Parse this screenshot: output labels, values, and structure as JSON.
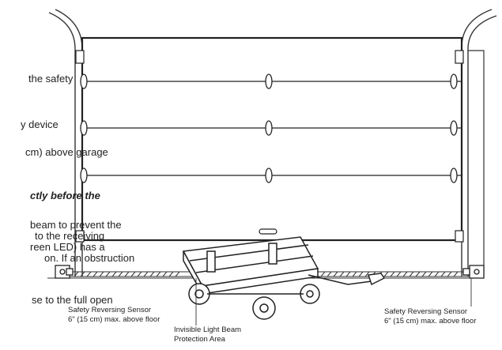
{
  "instructions": {
    "lines": [
      "the safety",
      "y device",
      "cm) above garage",
      "ctly before the",
      "beam to prevent the",
      "to the receiving",
      "reen LED) has a",
      "on. If an obstruction",
      "se to the full open"
    ]
  },
  "labels": {
    "sensor_left_title": "Safety Reversing Sensor",
    "sensor_left_note": "6\" (15 cm) max. above floor",
    "sensor_right_title": "Safety Reversing Sensor",
    "sensor_right_note": "6\" (15 cm) max. above floor",
    "beam_area_line1": "Invisible Light Beam",
    "beam_area_line2": "Protection Area"
  },
  "colors": {
    "ink": "#222222",
    "paper": "#ffffff"
  }
}
